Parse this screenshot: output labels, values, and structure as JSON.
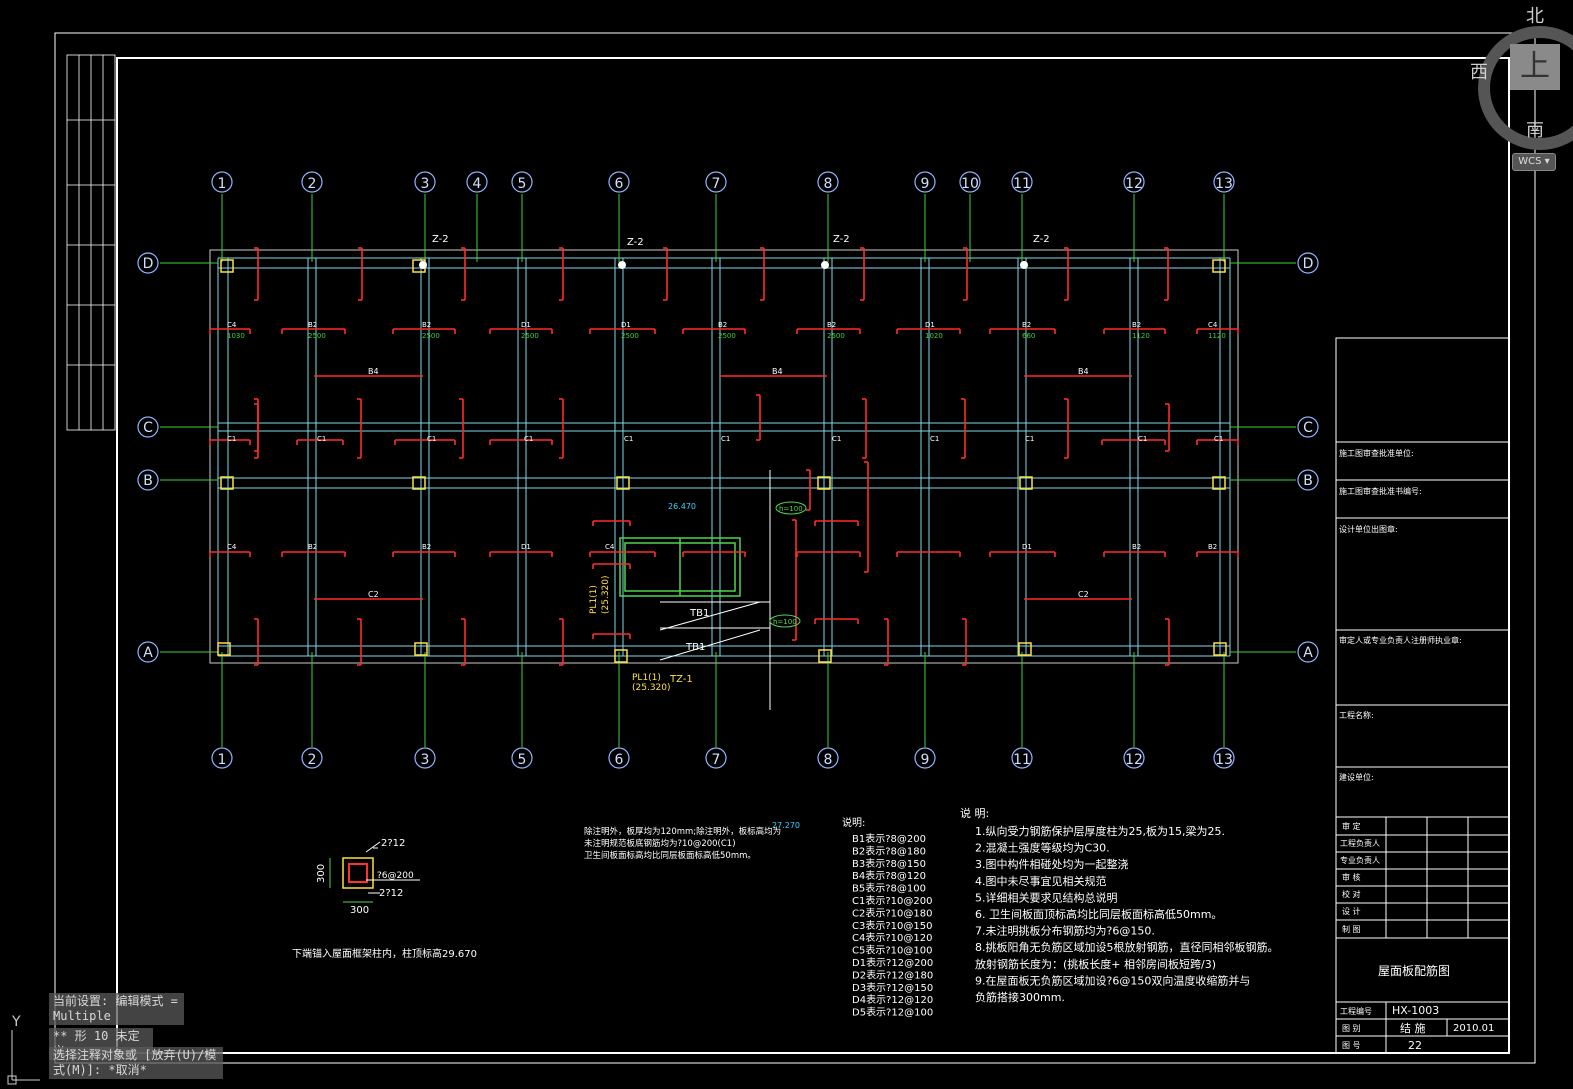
{
  "drawing": {
    "grid_top": [
      "1",
      "2",
      "3",
      "4",
      "5",
      "6",
      "7",
      "8",
      "9",
      "10",
      "11",
      "12",
      "13"
    ],
    "grid_bottom": [
      "1",
      "2",
      "3",
      "5",
      "6",
      "7",
      "8",
      "9",
      "11",
      "12",
      "13"
    ],
    "grid_rows": [
      "D",
      "C",
      "B",
      "A"
    ],
    "column_tags": [
      "Z-2",
      "Z-2",
      "Z-2",
      "Z-2"
    ],
    "tz_label": "TZ-1",
    "stair_labels": [
      "TB1",
      "TB1"
    ],
    "pl_labels": [
      "PL1(1)",
      "(25.320)",
      "PL1(1)",
      "(25.320)"
    ],
    "beam_labels_top": [
      "C4",
      "B2",
      "B2",
      "D1",
      "D1",
      "B2",
      "B2",
      "D1",
      "B2",
      "B2",
      "C4"
    ],
    "beam_labels_bottom": [
      "C4",
      "B2",
      "B2",
      "D1",
      "D1",
      "B2",
      "B2",
      "C4"
    ],
    "row_c_labels": [
      "C1",
      "C1",
      "C1",
      "C1",
      "C1",
      "C1",
      "C1",
      "C1",
      "C1",
      "C1",
      "C1"
    ],
    "span_labels": [
      "B4",
      "B4",
      "B4",
      "C2",
      "C2"
    ],
    "green_values": [
      "1030",
      "2500",
      "2500",
      "2500",
      "2500",
      "2500",
      "2500",
      "1020",
      "660",
      "1120",
      "1120"
    ],
    "level_marks": [
      "26.470",
      "27.270"
    ],
    "h_marks": [
      "h=100",
      "h=100"
    ]
  },
  "column_detail": {
    "top_label": "2?12",
    "mid_label": "?6@200",
    "bottom_label": "2?12",
    "dim_h": "300",
    "dim_w": "300",
    "caption": "下端锚入屋面框架柱内，柱顶标高29.670"
  },
  "slab_note": {
    "lines": [
      "除注明外，板厚均为120mm;除注明外，板标高均为",
      "未注明规范板底钢筋均为?10@200(C1)",
      "卫生间板面标高均比同层板面标高低50mm。"
    ]
  },
  "legend": {
    "title": "说明:",
    "items": [
      "B1表示?8@200",
      "B2表示?8@180",
      "B3表示?8@150",
      "B4表示?8@120",
      "B5表示?8@100",
      "C1表示?10@200",
      "C2表示?10@180",
      "C3表示?10@150",
      "C4表示?10@120",
      "C5表示?10@100",
      "D1表示?12@200",
      "D2表示?12@180",
      "D3表示?12@150",
      "D4表示?12@120",
      "D5表示?12@100"
    ]
  },
  "notes": {
    "title": "说 明:",
    "items": [
      "1.纵向受力钢筋保护层厚度柱为25,板为15,梁为25.",
      "2.混凝土强度等级均为C30.",
      "3.图中构件相碰处均为一起整浇",
      "4.图中未尽事宜见相关规范",
      "5.详细相关要求见结构总说明",
      "6. 卫生间板面顶标高均比同层板面标高低50mm。",
      "7.未注明挑板分布钢筋均为?6@150.",
      "8.挑板阳角无负筋区域加设5根放射钢筋，直径同相邻板钢筋。",
      "  放射钢筋长度为：(挑板长度+ 相邻房间板短跨/3)",
      "9.在屋面板无负筋区域加设?6@150双向温度收缩筋并与",
      "  负筋搭接300mm."
    ]
  },
  "title_block": {
    "approval_unit": "施工图审查批准单位:",
    "approval_no": "施工图审查批准书编号:",
    "design_unit": "设计单位出图章:",
    "registered": "审定人或专业负责人注册师执业章:",
    "project_name": "工程名称:",
    "client": "建设单位:",
    "roles": [
      "审    定",
      "工程负责人",
      "专业负责人",
      "审    核",
      "校    对",
      "设    计",
      "制    图"
    ],
    "drawing_title": "屋面板配筋图",
    "project_no_label": "工程编号",
    "project_no": "HX-1003",
    "category_label": "图    别",
    "category": "结 施",
    "date": "2010.01",
    "sheet_no_label": "图    号",
    "sheet_no": "22"
  },
  "viewcube": {
    "north": "北",
    "south": "南",
    "west": "西",
    "top": "上",
    "wcs": "WCS ▾"
  },
  "command": {
    "line1": "当前设置: 编辑模式 =",
    "line2": "Multiple",
    "line3": "** 形 10 未定义",
    "line4": "选择注释对象或 [放弃(U)/模",
    "line5": "式(M)]: *取消*",
    "axis_y": "Y"
  }
}
